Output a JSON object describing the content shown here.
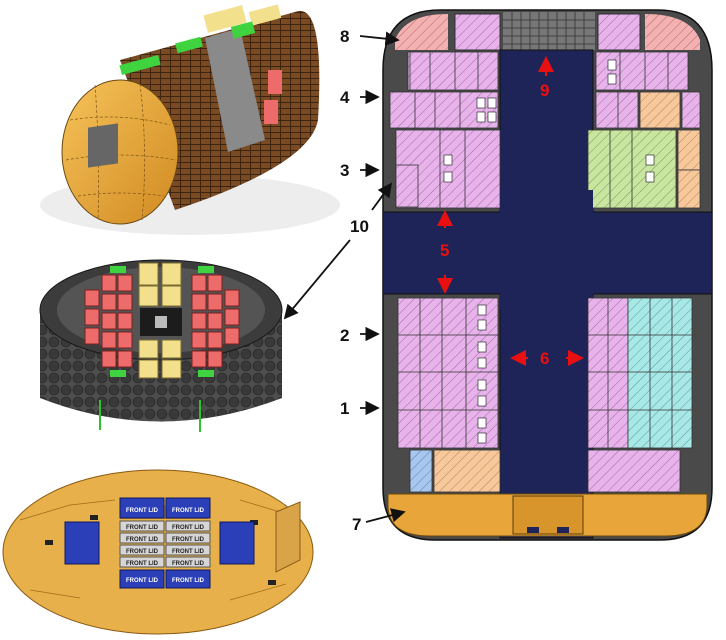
{
  "figure": {
    "section_labels": {
      "floor_1": "1",
      "floor_2": "2",
      "floor_3": "3",
      "floor_4": "4",
      "central_hatch": "5",
      "aisle": "6",
      "bottom_dome": "7",
      "top_dome": "8",
      "top_hatch": "9",
      "exterior_wall": "10"
    },
    "lid_label": "FRONT LID",
    "colors": {
      "aisle": "#1e2457",
      "pink_rack": "#e7b3ea",
      "red_rack": "#ee6b6b",
      "green_rack": "#c8e6a0",
      "cyan_rack": "#a8e8e6",
      "orange_rack": "#f6c89c",
      "blue_rack": "#a7c7ee",
      "wall_gray": "#4a4a4a",
      "dome_orange": "#e8a53a",
      "brown_cargo": "#6b4220",
      "yellow_cargo": "#f3e08c",
      "green_cargo": "#3fd43f",
      "blue_box": "#2a3fb8",
      "annotation_red": "#e81010"
    }
  }
}
